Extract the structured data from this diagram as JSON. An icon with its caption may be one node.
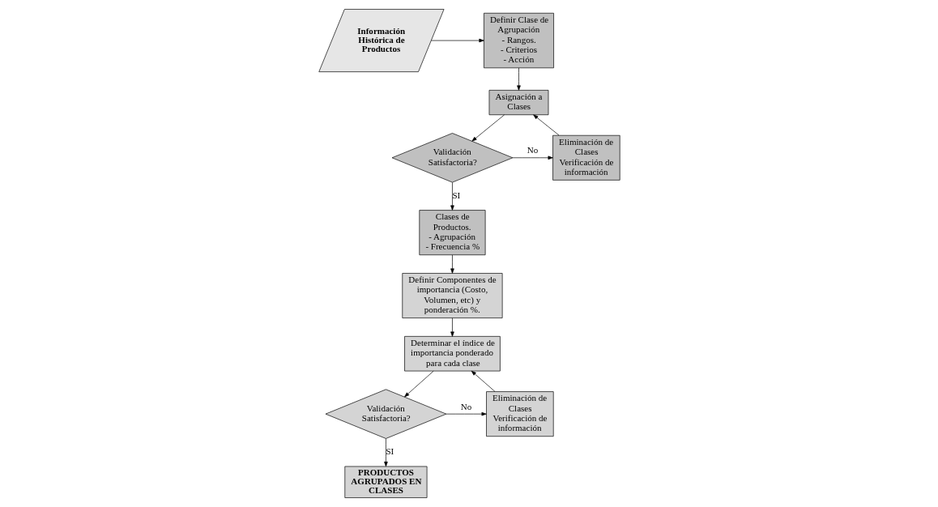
{
  "diagram": {
    "nodes": [
      {
        "text": [
          "Información Histórica de Productos"
        ]
      },
      {
        "text": [
          "Definir Clase de Agrupación - Rangos. - Criterios - Acción"
        ]
      },
      {
        "text": [
          "Asignación a Clases"
        ]
      },
      {
        "text": [
          "Validación Satisfactoria?"
        ]
      },
      {
        "text": [
          "Eliminación de Clases Verificación de información"
        ]
      },
      {
        "text": [
          "Clases de Productos. - Agrupación - Frecuencia %"
        ]
      },
      {
        "text": [
          "Definir Componentes de importancia (Costo, Volumen, etc) y ponderación %."
        ]
      },
      {
        "text": [
          "Determinar el índice de importancia ponderado para cada clase"
        ]
      },
      {
        "text": [
          "Validación Satisfactoria?"
        ]
      },
      {
        "text": [
          "Eliminación de Clases Verificación de información"
        ]
      },
      {
        "text": [
          "PRODUCTOS AGRUPADOS EN CLASES"
        ]
      }
    ],
    "edges": [
      {
        "from": 0,
        "to": 1,
        "arrow": "to"
      },
      {
        "from": 1,
        "to": 2,
        "arrow": "to"
      },
      {
        "from": 2,
        "to": 3,
        "arrow": "to"
      },
      {
        "from": 3,
        "to": 4,
        "arrow": "to",
        "label": "No"
      },
      {
        "from": 4,
        "to": 2,
        "arrow": "to"
      },
      {
        "from": 3,
        "to": 5,
        "arrow": "to",
        "label": "SI"
      },
      {
        "from": 5,
        "to": 6,
        "arrow": "to"
      },
      {
        "from": 6,
        "to": 7,
        "arrow": "to"
      },
      {
        "from": 7,
        "to": 8,
        "arrow": "to"
      },
      {
        "from": 8,
        "to": 9,
        "arrow": "to",
        "label": "No"
      },
      {
        "from": 9,
        "to": 7,
        "arrow": "to"
      },
      {
        "from": 8,
        "to": 10,
        "arrow": "to",
        "label": "SI"
      }
    ]
  }
}
